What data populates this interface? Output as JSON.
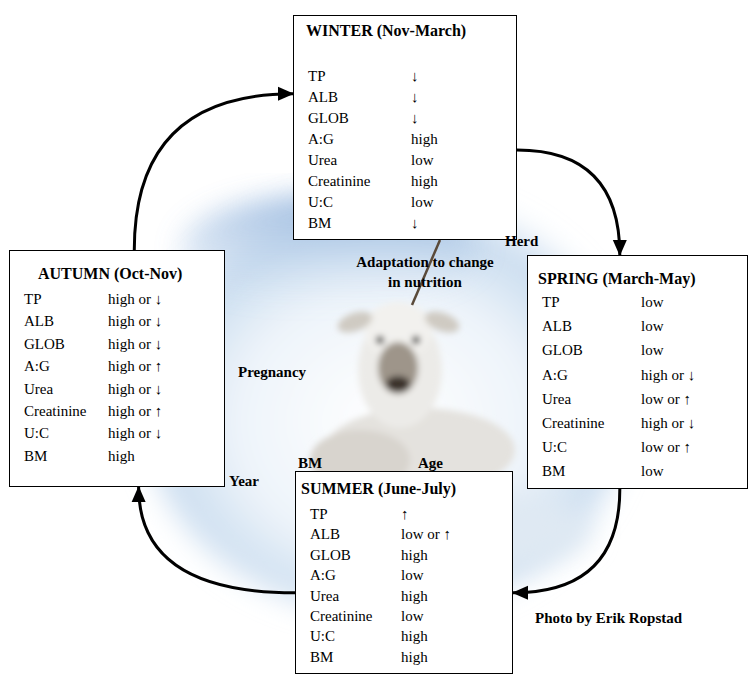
{
  "diagram": {
    "nodes": [
      {
        "text": [
          "WINTER (Nov-March)",
          "TP",
          "↓",
          "ALB",
          "↓",
          "GLOB",
          "↓",
          "A:G",
          "high",
          "Urea",
          "low",
          "Creatinine",
          "high",
          "U:C",
          "low",
          "BM",
          "↓"
        ]
      },
      {
        "text": [
          "AUTUMN (Oct-Nov)",
          "TP",
          "high or ↓",
          "ALB",
          "high or ↓",
          "GLOB",
          "high or ↓",
          "A:G",
          "high or ↑",
          "Urea",
          "high or ↓",
          "Creatinine",
          "high or ↑",
          "U:C",
          "high or ↓",
          "BM",
          "high"
        ]
      },
      {
        "text": [
          "SPRING (March-May)",
          "TP",
          "low",
          "ALB",
          "low",
          "GLOB",
          "low",
          "A:G",
          "high or ↓",
          "Urea",
          "low or ↑",
          "Creatinine",
          "high or ↓",
          "U:C",
          "low or ↑",
          "BM",
          "low"
        ]
      },
      {
        "text": [
          "SUMMER (June-July)",
          "TP",
          "↑",
          "ALB",
          "low or ↑",
          "GLOB",
          "high",
          "A:G",
          "low",
          "Urea",
          "high",
          "Creatinine",
          "low",
          "U:C",
          "high",
          "BM",
          "high"
        ]
      }
    ],
    "edges": [
      {
        "from": 0,
        "to": 2,
        "arrow": "to"
      },
      {
        "from": 2,
        "to": 3,
        "arrow": "to"
      },
      {
        "from": 3,
        "to": 1,
        "arrow": "to"
      },
      {
        "from": 1,
        "to": 0,
        "arrow": "to"
      }
    ],
    "labels": [
      "Herd",
      "Adaptation to change in nutrition",
      "Pregnancy",
      "BM",
      "Age",
      "Year",
      "Photo by Erik Ropstad"
    ]
  }
}
